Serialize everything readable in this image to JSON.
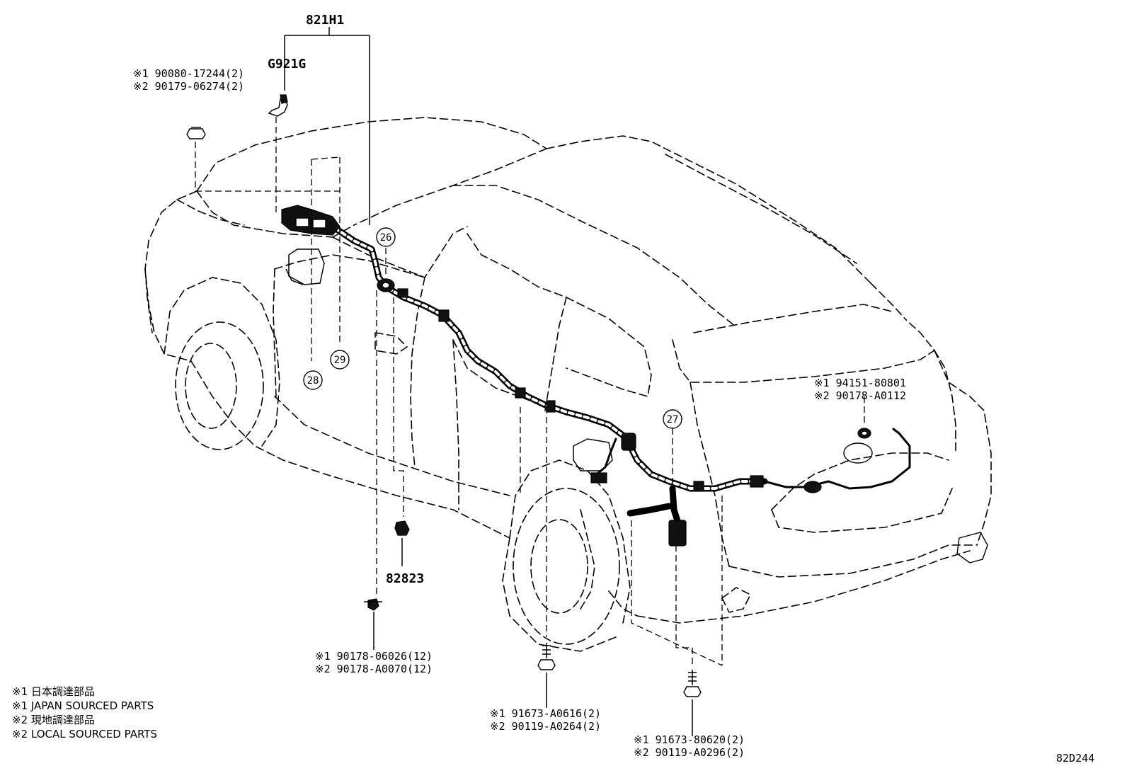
{
  "diagram": {
    "callouts": {
      "c821h1": "821H1",
      "g921g": "G921G",
      "c82823": "82823",
      "n26": "26",
      "n27": "27",
      "n28": "28",
      "n29": "29"
    },
    "part_groups": {
      "front_nut": [
        "※1 90080-17244(2)",
        "※2 90179-06274(2)"
      ],
      "clip_bottom": [
        "※1 90178-06026(12)",
        "※2 90178-A0070(12)"
      ],
      "rear_grommet": [
        "※1 94151-80801",
        "※2 90178-A0112"
      ],
      "bolt_a": [
        "※1 91673-A0616(2)",
        "※2 90119-A0264(2)"
      ],
      "bolt_b": [
        "※1 91673-80620(2)",
        "※2 90119-A0296(2)"
      ]
    },
    "legend": [
      "※1 日本調達部品",
      "※1 JAPAN SOURCED PARTS",
      "※2 現地調達部品",
      "※2 LOCAL SOURCED PARTS"
    ],
    "figure_id": "82D244"
  }
}
